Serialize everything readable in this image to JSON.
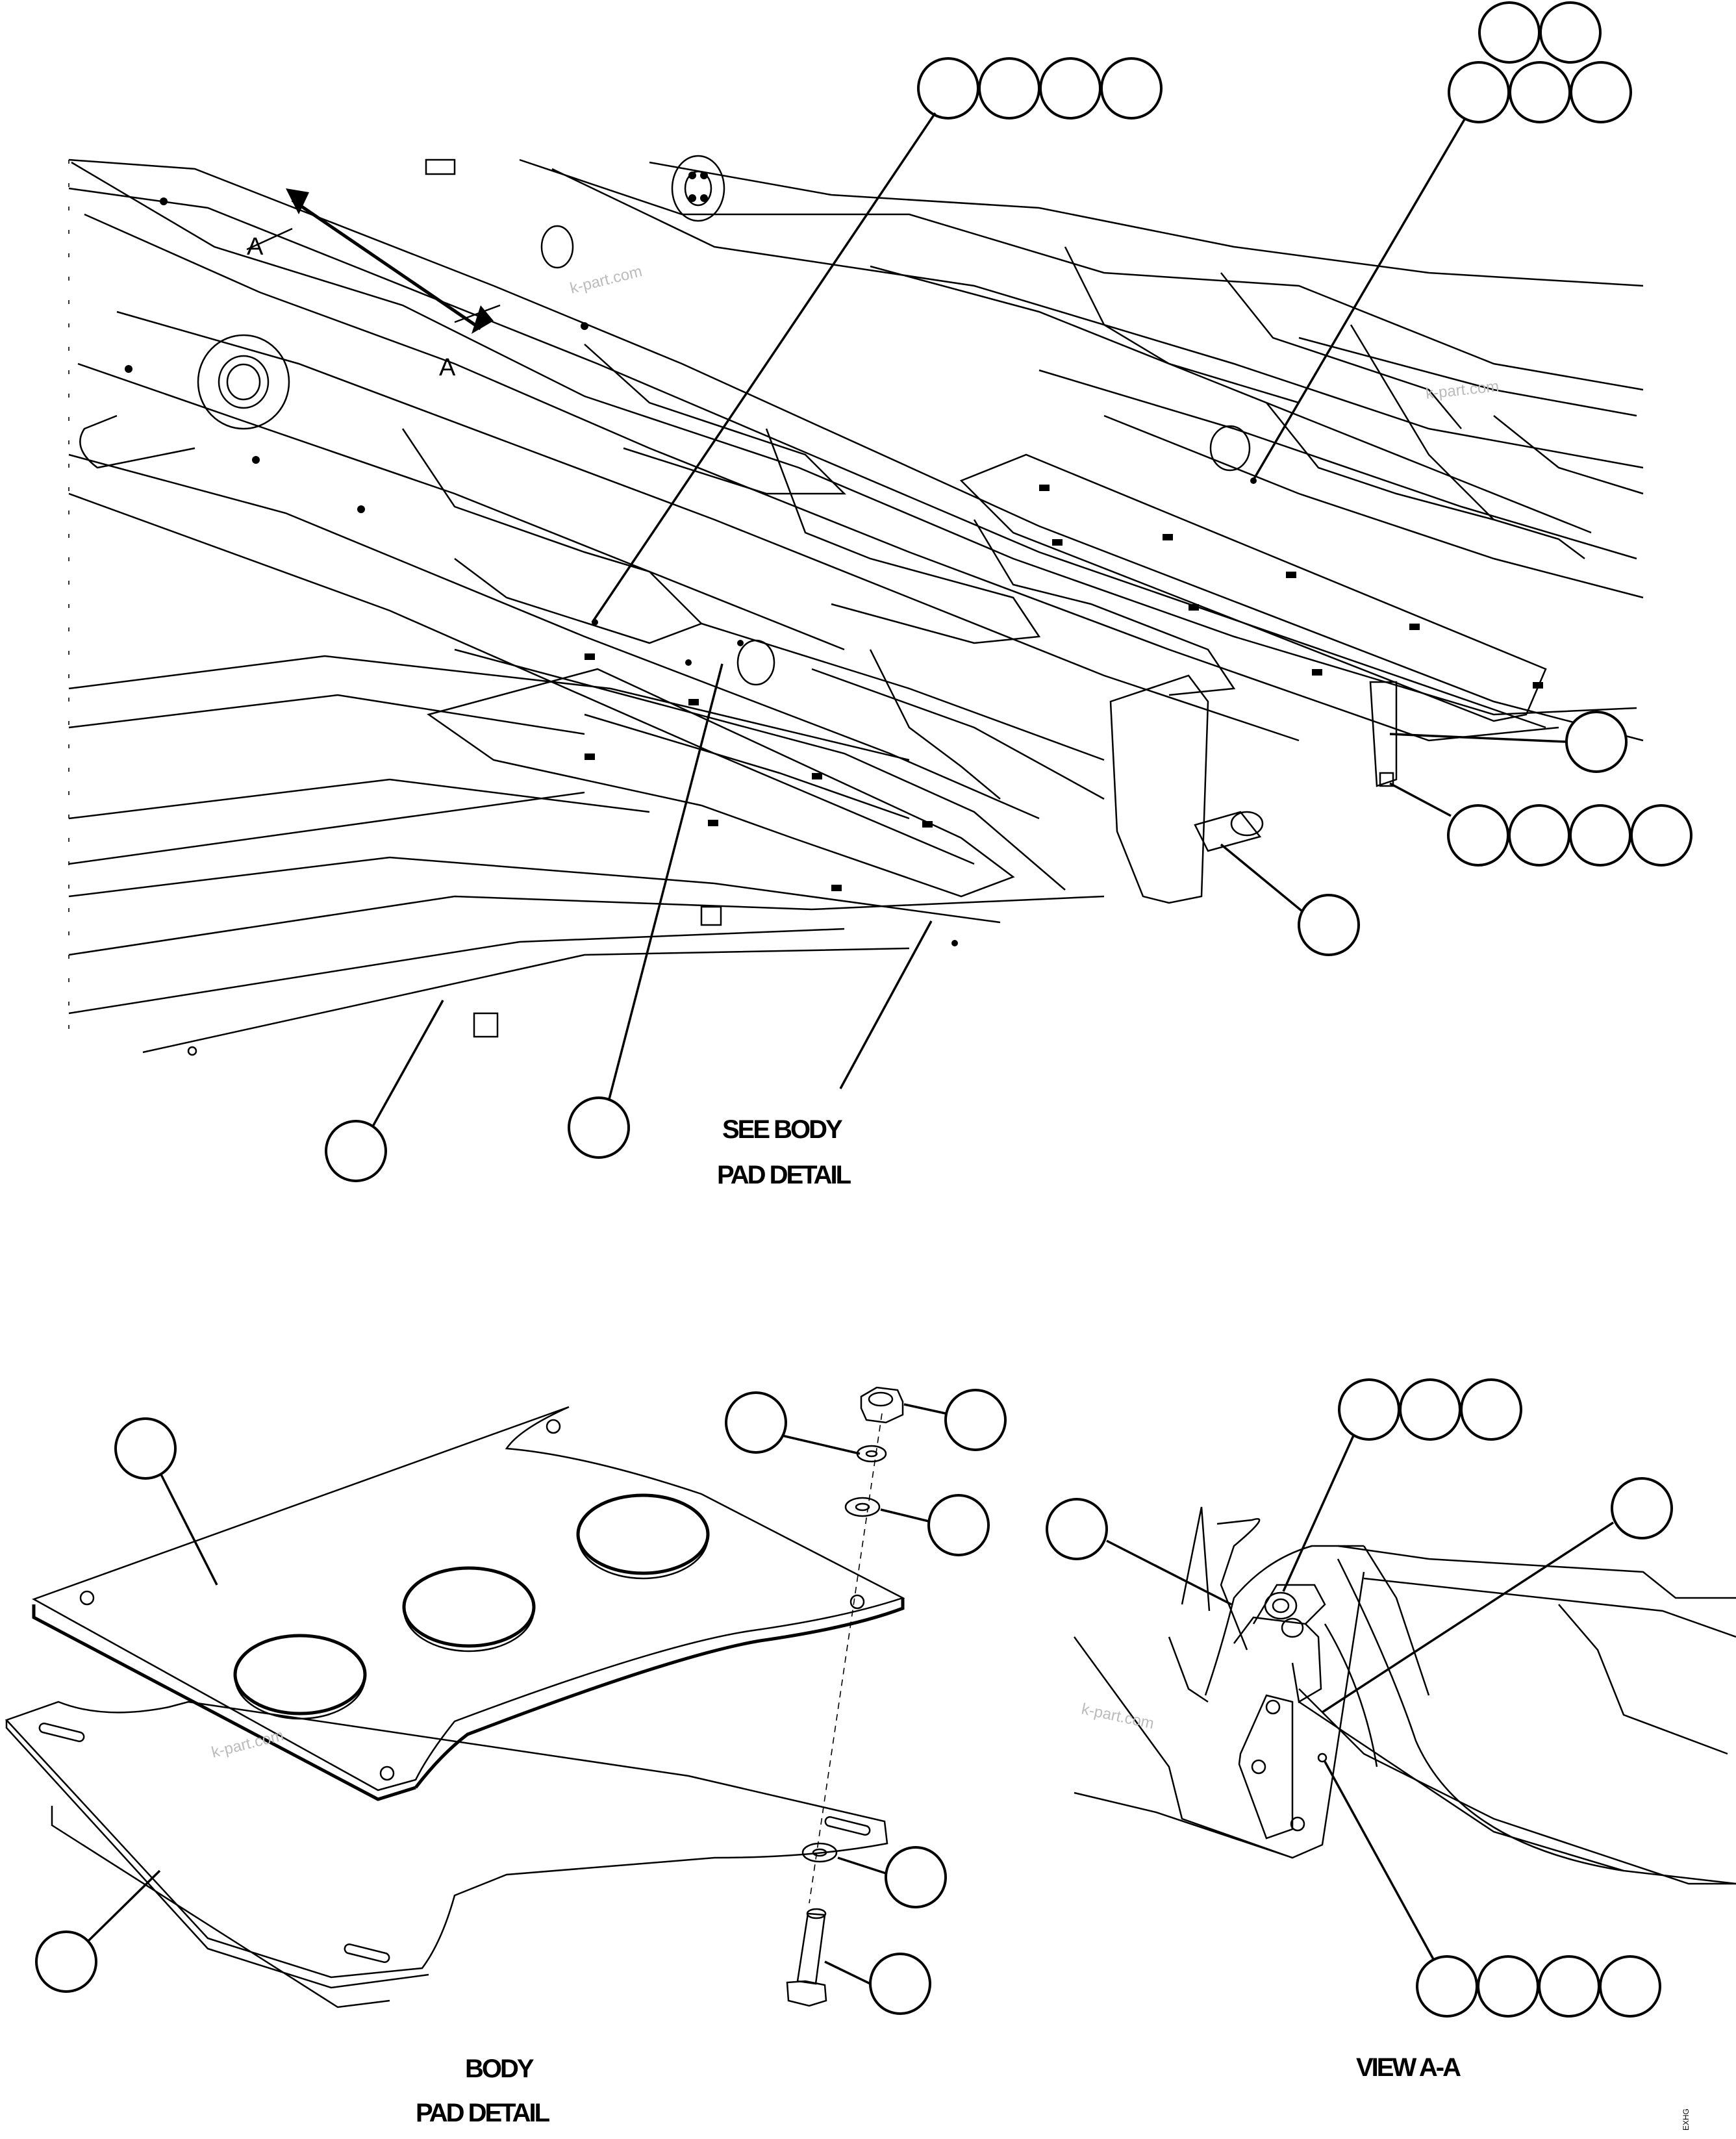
{
  "captions": {
    "see_body_line1": "SEE BODY",
    "see_body_line2": "PAD DETAIL",
    "body_line1": "BODY",
    "body_line2": "PAD DETAIL",
    "view": "VIEW A-A"
  },
  "section_marks": {
    "upper": "A",
    "lower": "A"
  },
  "watermark": "k-part.com",
  "corner_code": "EXHG"
}
